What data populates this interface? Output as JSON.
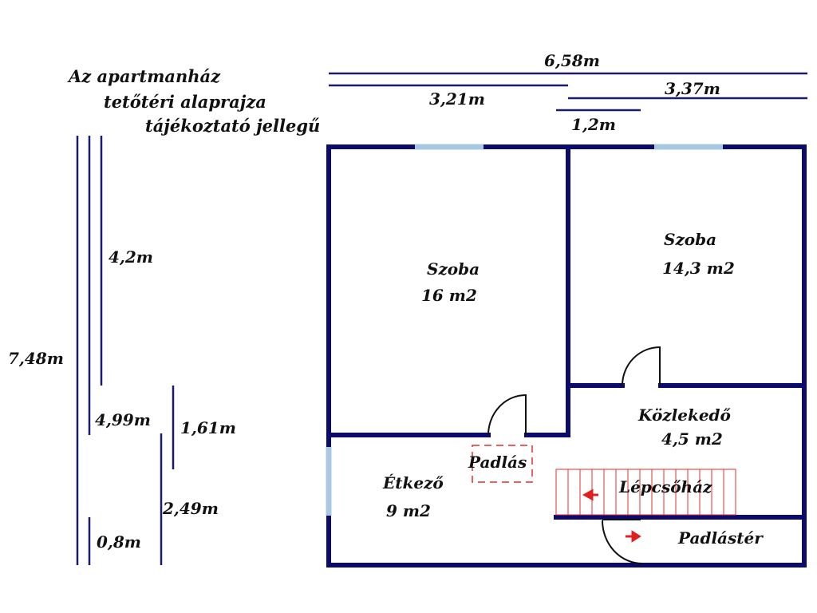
{
  "title": [
    "Az apartmanház",
    "tetőtéri alaprajza",
    "tájékoztató jellegű"
  ],
  "dimensions": {
    "total_width": "6,58m",
    "left_width": "3,21m",
    "right_width": "3,37m",
    "door_width": "1,2m",
    "total_height": "7,48m",
    "height_4_2": "4,2m",
    "height_4_99": "4,99m",
    "height_1_61": "1,61m",
    "height_2_49": "2,49m",
    "height_0_8": "0,8m"
  },
  "rooms": {
    "room1": {
      "name": "Szoba",
      "area": "16 m2"
    },
    "room2": {
      "name": "Szoba",
      "area": "14,3 m2"
    },
    "corridor": {
      "name": "Közlekedő",
      "area": "4,5 m2"
    },
    "dining": {
      "name": "Étkező",
      "area": "9 m2"
    },
    "attic_hatch": "Padlás",
    "staircase": "Lépcsőház",
    "attic_space": "Padlástér"
  },
  "colors": {
    "wall": "#0b0b6e",
    "window": "#a9c8e2",
    "stairs": "#e03030",
    "arrow": "#e02020"
  }
}
